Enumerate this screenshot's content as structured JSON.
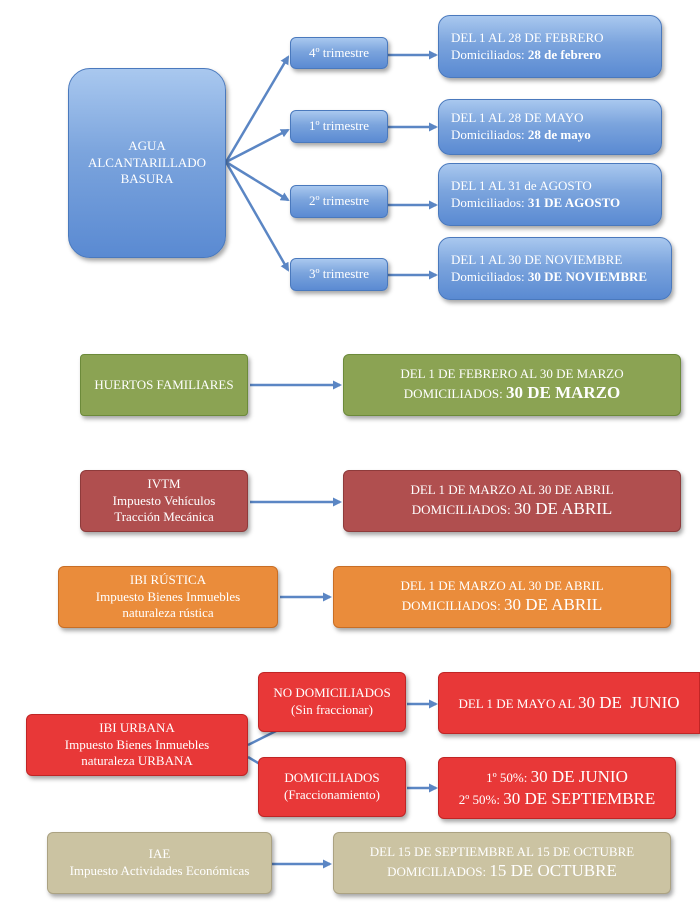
{
  "agua": {
    "label": [
      "AGUA",
      "ALCANTARILLADO",
      "BASURA"
    ],
    "branches": [
      {
        "trimestre": "4º trimestre",
        "line1": "DEL 1 AL 28 DE FEBRERO",
        "dom_label": "Domiciliados: ",
        "dom_value": "28 de febrero"
      },
      {
        "trimestre": "1º trimestre",
        "line1": "DEL 1 AL 28 DE MAYO",
        "dom_label": "Domiciliados: ",
        "dom_value": "28 de mayo"
      },
      {
        "trimestre": "2º trimestre",
        "line1": "DEL 1 AL 31 de AGOSTO",
        "dom_label": "Domiciliados: ",
        "dom_value": "31 DE AGOSTO"
      },
      {
        "trimestre": "3º trimestre",
        "line1": "DEL 1 AL 30 DE NOVIEMBRE",
        "dom_label": "Domiciliados: ",
        "dom_value": "30 DE NOVIEMBRE"
      }
    ]
  },
  "huertos": {
    "label": "HUERTOS FAMILIARES",
    "line1": "DEL 1 DE FEBRERO AL 30 DE MARZO",
    "dom_label": "DOMICILIADOS: ",
    "dom_value": "30 DE MARZO"
  },
  "ivtm": {
    "label": [
      "IVTM",
      "Impuesto Vehículos",
      "Tracción Mecánica"
    ],
    "line1": "DEL 1 DE MARZO AL 30 DE ABRIL",
    "dom_label": "DOMICILIADOS: ",
    "dom_value": "30 DE ABRIL"
  },
  "ibi_rustica": {
    "label": [
      "IBI RÚSTICA",
      "Impuesto Bienes Inmuebles",
      "naturaleza rústica"
    ],
    "line1": "DEL 1 DE MARZO AL 30 DE ABRIL",
    "dom_label": "DOMICILIADOS: ",
    "dom_value": "30 DE ABRIL"
  },
  "ibi_urbana": {
    "label": [
      "IBI URBANA",
      "Impuesto Bienes Inmuebles",
      "naturaleza URBANA"
    ],
    "no_dom": {
      "title": "NO DOMICILIADOS",
      "sub": "(Sin fraccionar)",
      "result_prefix": "DEL 1 DE MAYO AL ",
      "result_value": "30 DE  JUNIO"
    },
    "dom": {
      "title": "DOMICILIADOS",
      "sub": "(Fraccionamiento)",
      "r1_label": "1º 50%: ",
      "r1_value": "30 DE JUNIO",
      "r2_label": "2º 50%: ",
      "r2_value": "30 DE SEPTIEMBRE"
    }
  },
  "iae": {
    "label": [
      "IAE",
      "Impuesto Actividades Económicas"
    ],
    "line1": "DEL 15 DE SEPTIEMBRE AL 15 DE OCTUBRE",
    "dom_label": "DOMICILIADOS: ",
    "dom_value": "15 DE OCTUBRE"
  },
  "colors": {
    "blue": "#7ba4dd",
    "green": "#8ba353",
    "maroon": "#b04f4f",
    "orange": "#ea8c3b",
    "red": "#e83838",
    "tan": "#cbc3a2",
    "arrow": "#5b86c4"
  }
}
